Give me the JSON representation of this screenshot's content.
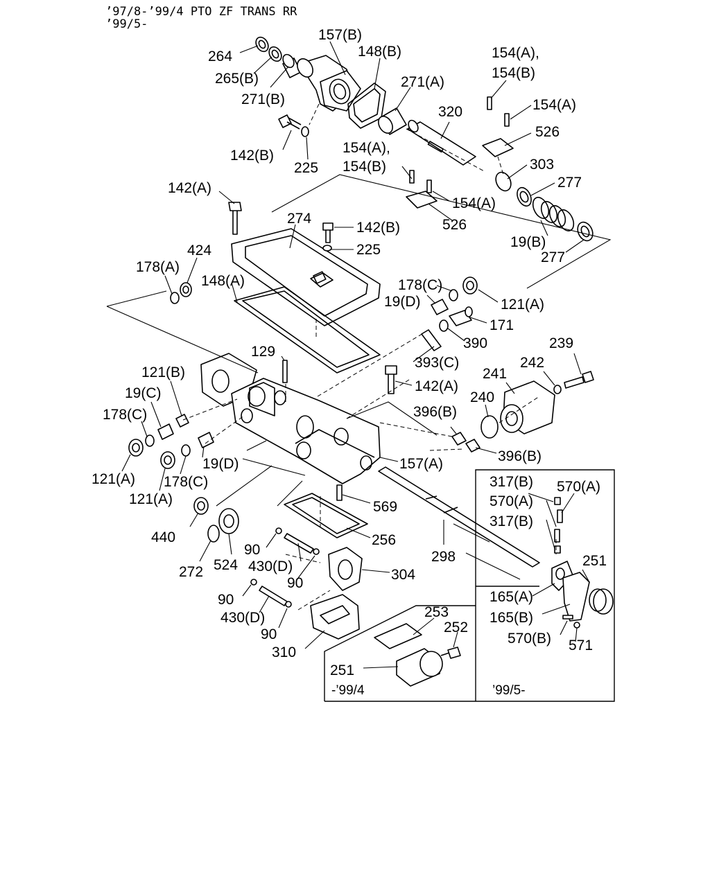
{
  "header": {
    "line1": "’97/8-’99/4 PTO ZF TRANS RR",
    "line2": "’99/5-"
  },
  "labels": {
    "l157b": "157(B)",
    "l148b": "148(B)",
    "l264": "264",
    "l265b": "265(B)",
    "l271b": "271(B)",
    "l271a": "271(A)",
    "l154ab_top_1": "154(A),",
    "l154ab_top_2": "154(B)",
    "l154a_top": "154(A)",
    "l320": "320",
    "l526_top": "526",
    "l142b_top": "142(B)",
    "l225_top": "225",
    "l154ab_mid_1": "154(A),",
    "l154ab_mid_2": "154(B)",
    "l303": "303",
    "l277_top": "277",
    "l154a_mid": "154(A)",
    "l526_mid": "526",
    "l19b": "19(B)",
    "l277_bot": "277",
    "l142a_top": "142(A)",
    "l274": "274",
    "l142b_mid": "142(B)",
    "l225_mid": "225",
    "l424": "424",
    "l178a": "178(A)",
    "l148a": "148(A)",
    "l178c_top": "178(C)",
    "l19d_top": "19(D)",
    "l121a_top": "121(A)",
    "l171": "171",
    "l390": "390",
    "l239": "239",
    "l129": "129",
    "l393c": "393(C)",
    "l121b": "121(B)",
    "l142a_mid": "142(A)",
    "l242": "242",
    "l241": "241",
    "l19c": "19(C)",
    "l240": "240",
    "l178c_left": "178(C)",
    "l396b_1": "396(B)",
    "l396b_2": "396(B)",
    "l157a": "157(A)",
    "l121a_left": "121(A)",
    "l19d_mid": "19(D)",
    "l178c_mid": "178(C)",
    "l121a_mid": "121(A)",
    "l317b_1": "317(B)",
    "l570a_1": "570(A)",
    "l570a_2": "570(A)",
    "l317b_2": "317(B)",
    "l569": "569",
    "l440": "440",
    "l256": "256",
    "l90_1": "90",
    "l272": "272",
    "l524": "524",
    "l430d_1": "430(D)",
    "l298": "298",
    "l251_right": "251",
    "l90_2": "90",
    "l304": "304",
    "l165a": "165(A)",
    "l90_3": "90",
    "l165b": "165(B)",
    "l430d_2": "430(D)",
    "l253": "253",
    "l570b": "570(B)",
    "l571": "571",
    "l252": "252",
    "l90_4": "90",
    "l310": "310",
    "l251_left": "251",
    "box_left_caption": "-’99/4",
    "box_right_caption": "’99/5-"
  }
}
